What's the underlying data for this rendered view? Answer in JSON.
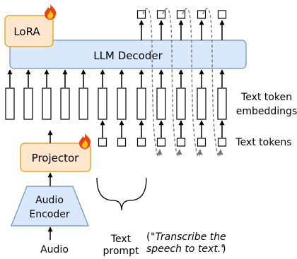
{
  "lora": {
    "label": "LoRA"
  },
  "decoder": {
    "label": "LLM Decoder",
    "fill": "#dae8fc",
    "stroke": "#6c8ebf"
  },
  "projector": {
    "label": "Projector",
    "fill": "#ffe6cc",
    "stroke": "#d79b00"
  },
  "encoder": {
    "line1": "Audio",
    "line2": "Encoder"
  },
  "labels": {
    "text_token_embeddings_1": "Text token",
    "text_token_embeddings_2": "embeddings",
    "text_tokens": "Text tokens",
    "audio": "Audio",
    "text_prompt_1": "Text",
    "text_prompt_2": "prompt",
    "prompt_example_1": "\"Transcribe the",
    "prompt_example_2": "speech to text.\"",
    "paren_open": "(",
    "paren_close": ")"
  },
  "icons": {
    "fire": "fire-icon"
  }
}
